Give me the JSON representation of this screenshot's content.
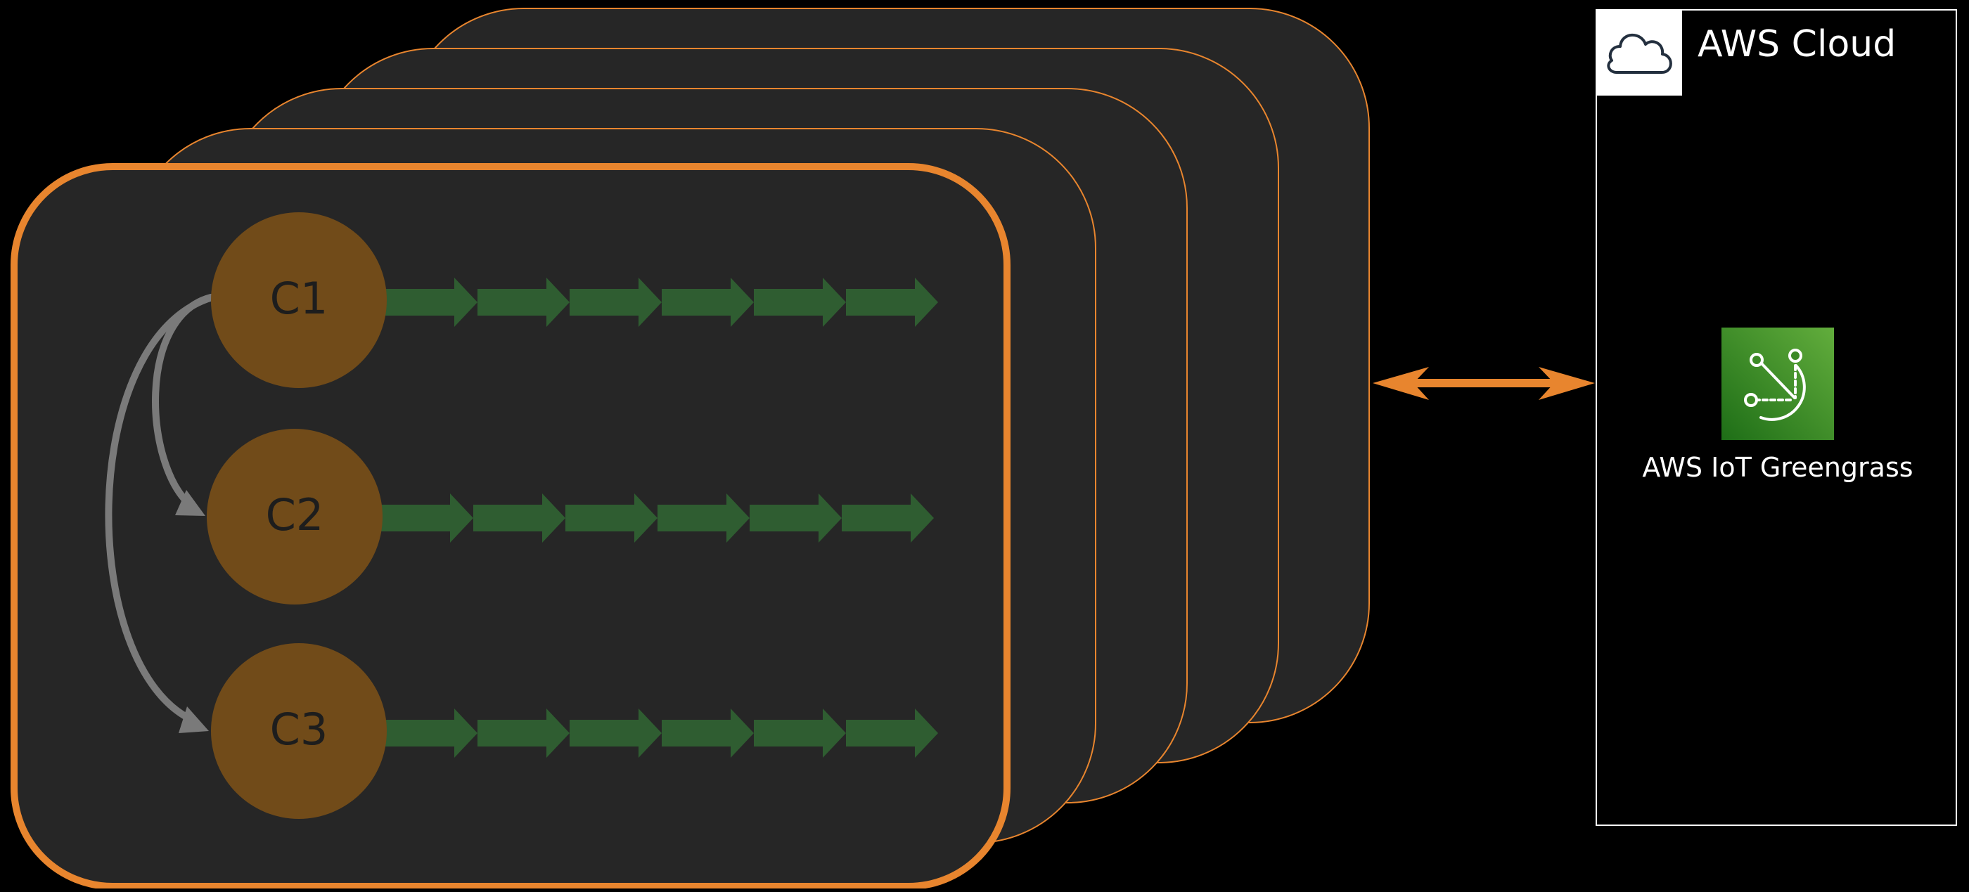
{
  "diagram": {
    "colors": {
      "background": "#000000",
      "device_fill": "#262626",
      "device_border": "#e8852e",
      "component_fill": "#714b19",
      "component_label": "#1d1d1d",
      "flow_arrow": "#2f5d31",
      "dependency_arrow": "#7a7a7a",
      "connector": "#e8852e",
      "cloud_border": "#ffffff",
      "service_icon_dark": "#1e6e17",
      "service_icon_light": "#62ad3c"
    },
    "components": [
      {
        "label": "C1"
      },
      {
        "label": "C2"
      },
      {
        "label": "C3"
      }
    ],
    "arrows_per_row": 6,
    "stacked_device_count": 5,
    "cloud": {
      "title": "AWS Cloud",
      "icon": "cloud-icon",
      "service": {
        "label": "AWS IoT Greengrass",
        "icon": "iot-greengrass-icon"
      }
    }
  }
}
